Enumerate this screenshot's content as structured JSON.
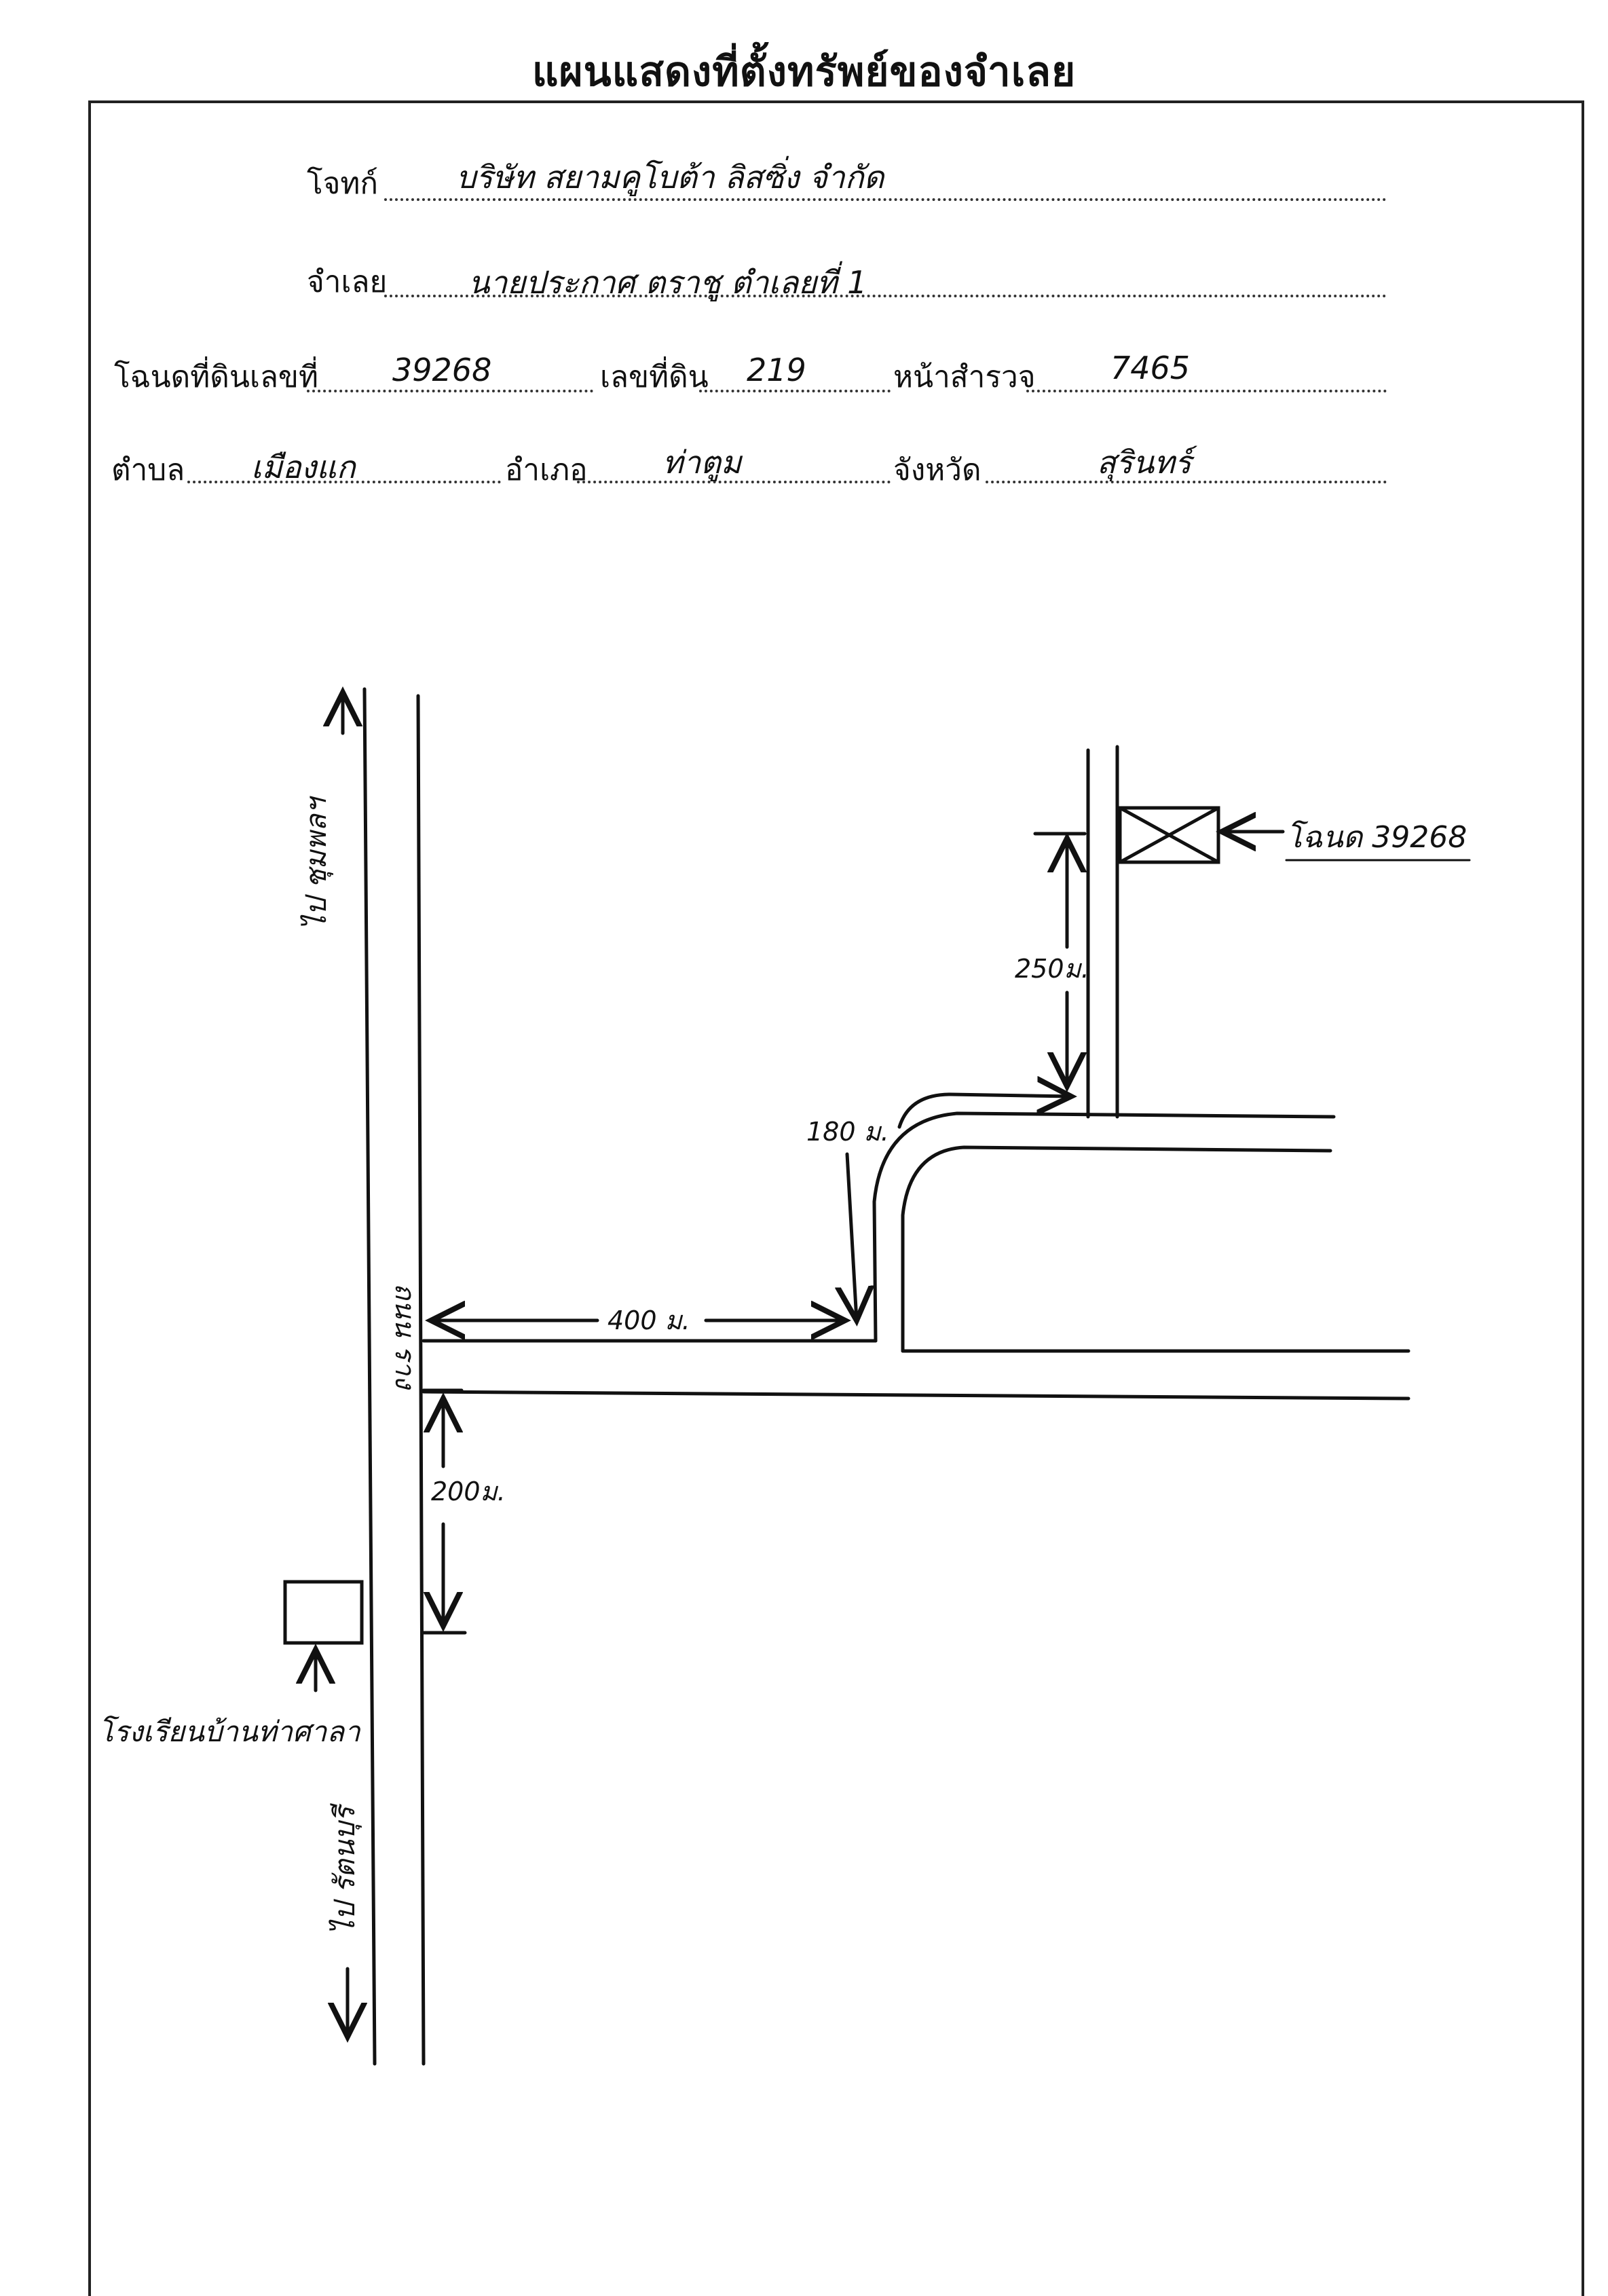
{
  "document": {
    "title": "แผนแสดงที่ตั้งทรัพย์ของจำเลย",
    "fields": {
      "plaintiff_label": "โจทก์",
      "plaintiff_value": "บริษัท สยามคูโบต้า ลิสซิ่ง จำกัด",
      "defendant_label": "จำเลย",
      "defendant_value": "นายประกาศ ตราชู ตำเลยที่ 1",
      "deed_label": "โฉนดที่ดินเลขที่",
      "deed_value": "39268",
      "land_no_label": "เลขที่ดิน",
      "land_no_value": "219",
      "survey_label": "หน้าสำรวจ",
      "survey_value": "7465",
      "subdistrict_label": "ตำบล",
      "subdistrict_value": "เมืองแก",
      "district_label": "อำเภอ",
      "district_value": "ท่าตูม",
      "province_label": "จังหวัด",
      "province_value": "สุรินทร์"
    }
  },
  "map": {
    "road_name": "ถนน ราง",
    "to_north": "ไป ชุมพลฯ",
    "to_south": "ไป รัตนบุรี",
    "school": "โรงเรียนบ้านท่าศาลา",
    "deed_marker": "โฉนด 39268",
    "dist_250": "250ม.",
    "dist_180": "180 ม.",
    "dist_400": "400 ม.",
    "dist_200": "200ม."
  }
}
